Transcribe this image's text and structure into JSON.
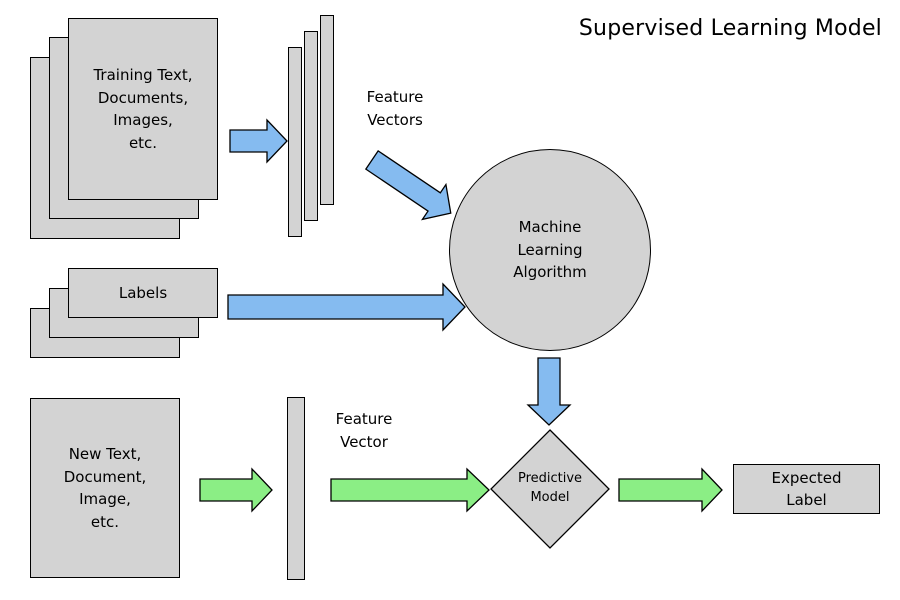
{
  "title": "Supervised Learning Model",
  "colors": {
    "box-fill": "#d3d3d3",
    "box-border": "#000000",
    "arrow-blue": "#85bbf0",
    "arrow-green": "#8bee85"
  },
  "nodes": {
    "training_docs": {
      "label": "Training Text,\nDocuments,\nImages,\netc."
    },
    "feature_vectors": {
      "label": "Feature\nVectors"
    },
    "ml_algorithm": {
      "label": "Machine\nLearning\nAlgorithm"
    },
    "labels": {
      "label": "Labels"
    },
    "new_doc": {
      "label": "New Text,\nDocument,\nImage,\netc."
    },
    "feature_vector": {
      "label": "Feature\nVector"
    },
    "predictive_model": {
      "label": "Predictive\nModel"
    },
    "expected_label": {
      "label": "Expected\nLabel"
    }
  }
}
